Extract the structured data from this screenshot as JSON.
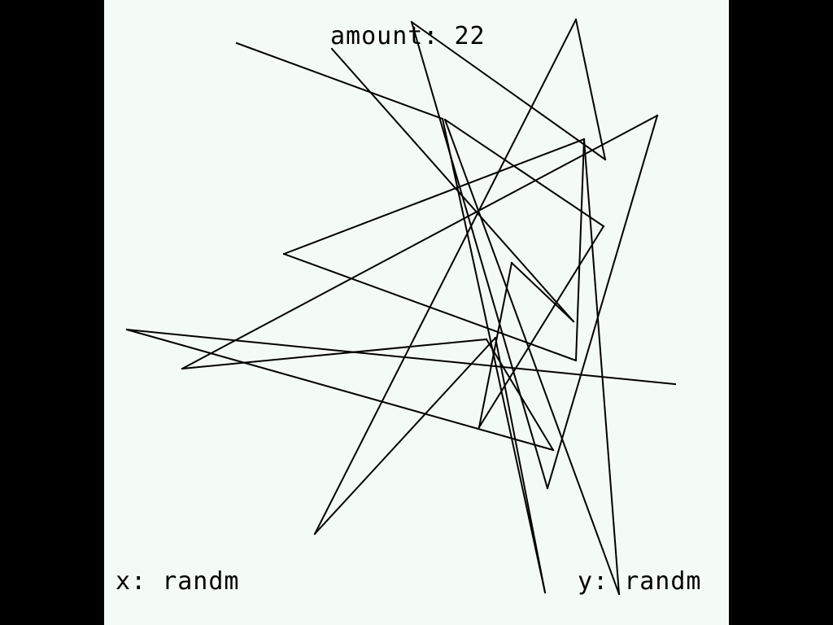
{
  "colors": {
    "background": "#000000",
    "canvas": "#f4faf6",
    "stroke": "#000000"
  },
  "hud": {
    "amount_label": "amount",
    "amount_separator": ": ",
    "amount_value": "22",
    "x_label": "x",
    "x_separator": ": ",
    "x_value": "randm",
    "y_label": "y",
    "y_separator": ": ",
    "y_value": "randm"
  },
  "polyline": [
    [
      163,
      53
    ],
    [
      416,
      146
    ],
    [
      542,
      728
    ],
    [
      481,
      415
    ],
    [
      259,
      656
    ],
    [
      580,
      24
    ],
    [
      616,
      196
    ],
    [
      378,
      27
    ],
    [
      545,
      600
    ],
    [
      680,
      142
    ],
    [
      96,
      453
    ],
    [
      470,
      417
    ],
    [
      552,
      553
    ],
    [
      28,
      405
    ],
    [
      702,
      472
    ]
  ],
  "polyline2": [
    [
      280,
      60
    ],
    [
      577,
      395
    ],
    [
      501,
      323
    ],
    [
      461,
      525
    ],
    [
      614,
      278
    ],
    [
      419,
      147
    ],
    [
      633,
      730
    ],
    [
      590,
      171
    ],
    [
      580,
      443
    ],
    [
      221,
      312
    ],
    [
      590,
      171
    ]
  ]
}
